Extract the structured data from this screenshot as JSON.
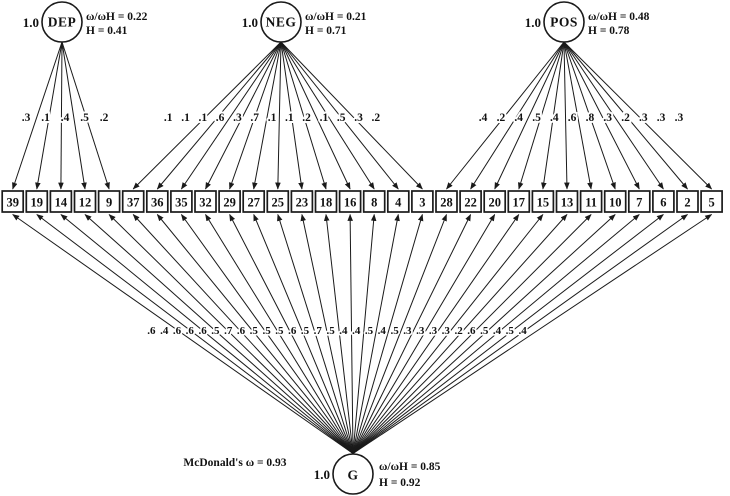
{
  "diagram": {
    "items": [
      "39",
      "19",
      "14",
      "12",
      "9",
      "37",
      "36",
      "35",
      "32",
      "29",
      "27",
      "25",
      "23",
      "18",
      "16",
      "8",
      "4",
      "3",
      "28",
      "22",
      "20",
      "17",
      "15",
      "13",
      "11",
      "10",
      "7",
      "6",
      "2",
      "5"
    ],
    "factors": [
      {
        "id": "dep",
        "name": "DEP",
        "variance": "1.0",
        "stats": [
          "ω/ωH = 0.22",
          "H = 0.41"
        ],
        "items": [
          "39",
          "19",
          "14",
          "12",
          "9"
        ],
        "loadings": [
          ".3",
          ".1",
          ".4",
          ".5",
          ".2"
        ]
      },
      {
        "id": "neg",
        "name": "NEG",
        "variance": "1.0",
        "stats": [
          "ω/ωH = 0.21",
          "H = 0.71"
        ],
        "items": [
          "37",
          "36",
          "35",
          "32",
          "29",
          "27",
          "25",
          "23",
          "18",
          "16",
          "8",
          "4",
          "3"
        ],
        "loadings": [
          ".1",
          ".1",
          ".1",
          ".6",
          ".3",
          ".7",
          ".1",
          ".1",
          ".2",
          ".1",
          ".5",
          ".3",
          ".2"
        ]
      },
      {
        "id": "pos",
        "name": "POS",
        "variance": "1.0",
        "stats": [
          "ω/ωH = 0.48",
          "H = 0.78"
        ],
        "items": [
          "28",
          "22",
          "20",
          "17",
          "15",
          "13",
          "11",
          "10",
          "7",
          "6",
          "2",
          "5"
        ],
        "loadings": [
          ".4",
          ".2",
          ".4",
          ".5",
          ".4",
          ".6",
          ".8",
          ".3",
          ".2",
          ".3",
          ".3",
          ".3"
        ]
      }
    ],
    "general_factor": {
      "id": "g",
      "name": "G",
      "variance": "1.0",
      "stats": [
        "ω/ωH = 0.85",
        "H = 0.92"
      ],
      "note": "McDonald's ω = 0.93",
      "loadings": [
        ".6",
        ".4",
        ".6",
        ".6",
        ".6",
        ".5",
        ".7",
        ".6",
        ".5",
        ".5",
        ".5",
        ".6",
        ".5",
        ".7",
        ".5",
        ".4",
        ".4",
        ".5",
        ".4",
        ".5",
        ".3",
        ".3",
        ".3",
        ".3",
        ".2",
        ".6",
        ".5",
        ".4",
        ".5",
        ".4"
      ]
    },
    "colors": {
      "line": "#1a1a1a",
      "text": "#111111",
      "background": "#ffffff"
    }
  }
}
